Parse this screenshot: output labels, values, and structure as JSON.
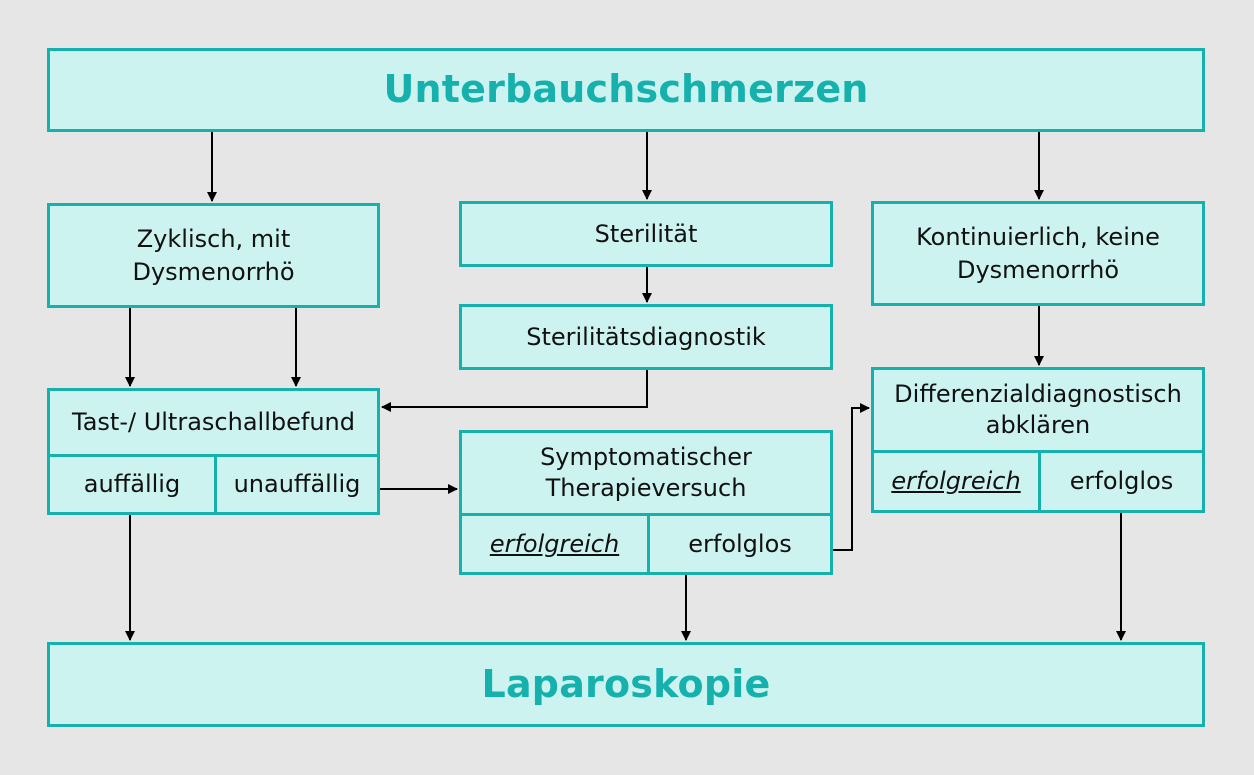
{
  "diagram": {
    "top": "Unterbauchschmerzen",
    "bottom": "Laparoskopie",
    "left": {
      "branch": "Zyklisch, mit Dysmenorrhö",
      "exam": "Tast-/ Ultraschallbefund",
      "abnormal": "auffällig",
      "normal": "unauffällig"
    },
    "middle": {
      "branch": "Sterilität",
      "diagnostics": "Sterilitätsdiagnostik",
      "therapy": "Symptomatischer Therapieversuch",
      "success": "erfolgreich",
      "failure": "erfolglos"
    },
    "right": {
      "branch": "Kontinuierlich, keine Dysmenorrhö",
      "workup": "Differenzialdiagnostisch abklären",
      "success": "erfolgreich",
      "failure": "erfolglos"
    },
    "colors": {
      "box_fill": "#cdf3f1",
      "box_border": "#17b1ad",
      "title_text": "#17b1ad",
      "background": "#e6e6e6"
    }
  }
}
